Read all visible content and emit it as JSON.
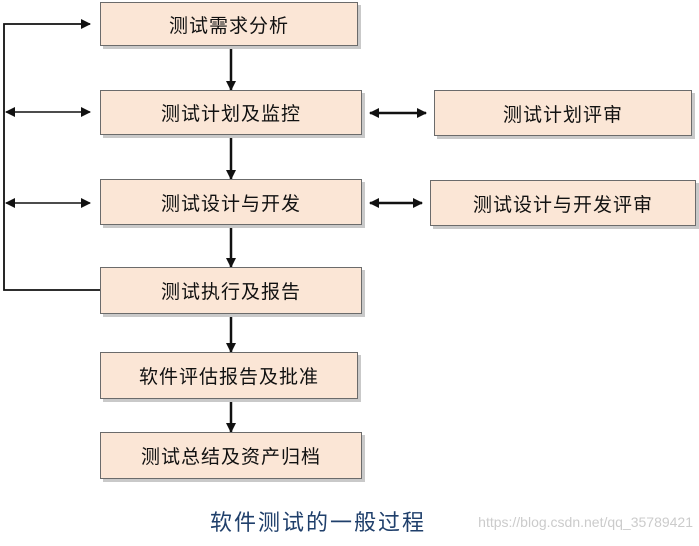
{
  "nodes": {
    "requirements_analysis": "测试需求分析",
    "planning_control": "测试计划及监控",
    "design_development": "测试设计与开发",
    "execution_report": "测试执行及报告",
    "evaluation_approval": "软件评估报告及批准",
    "summary_archive": "测试总结及资产归档",
    "plan_review": "测试计划评审",
    "design_review": "测试设计与开发评审"
  },
  "caption": "软件测试的一般过程",
  "watermark": "https://blog.csdn.net/qq_35789421",
  "colors": {
    "box_fill": "#fbe6d6",
    "box_border": "#6b6b6b",
    "line": "#111111",
    "caption": "#1f3f6b"
  }
}
